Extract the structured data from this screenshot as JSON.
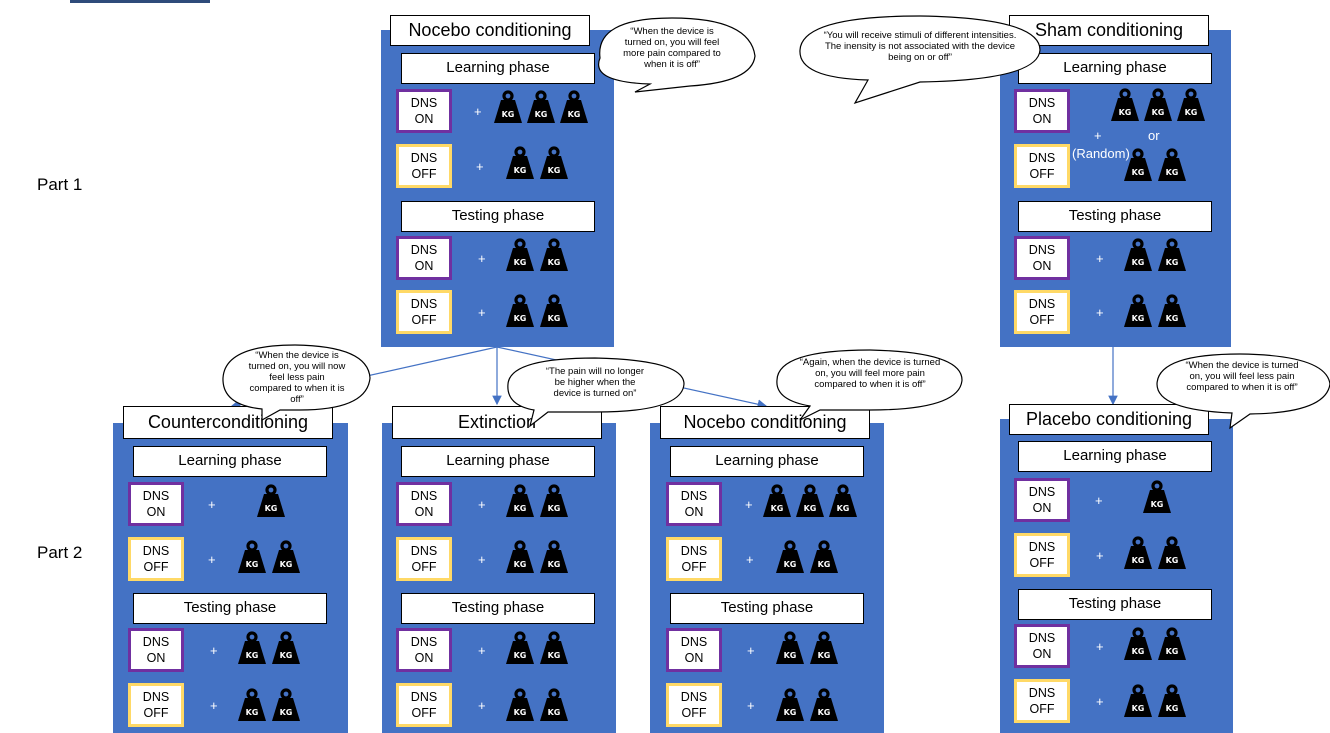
{
  "part_labels": [
    "Part 1",
    "Part 2"
  ],
  "panels": [
    {
      "title": "Nocebo conditioning"
    },
    {
      "title": "Sham conditioning"
    },
    {
      "title": "Counterconditioning"
    },
    {
      "title": "Extinction"
    },
    {
      "title": "Nocebo conditioning"
    },
    {
      "title": "Placebo conditioning"
    }
  ],
  "phase_labels": {
    "learning": "Learning phase",
    "testing": "Testing phase"
  },
  "dns": {
    "label": "DNS",
    "on": "ON",
    "off": "OFF"
  },
  "plus_symbol": "+",
  "weight_label": "KG",
  "sham_extra": {
    "or_text": "or",
    "random_text": "(Random)"
  },
  "bubbles": [
    "“When the device is turned on, you will feel more pain compared to when it is off”",
    "“You will receive stimuli of different intensities. The inensity is not associated with the device being on or off”",
    "“When the device is turned on, you will now feel less pain compared to when it is off”",
    "“The pain will no longer be higher when the device is turned on”",
    "“Again, when the device is turned on, you will feel more pain compared to when it is off”",
    "“When the device is turned on, you will  feel less pain compared to when it is off”"
  ],
  "colors": {
    "panel_blue": "#4472c4",
    "dns_on_border": "#7030a0",
    "dns_off_border": "#ffd966",
    "arrow": "#4472c4"
  }
}
